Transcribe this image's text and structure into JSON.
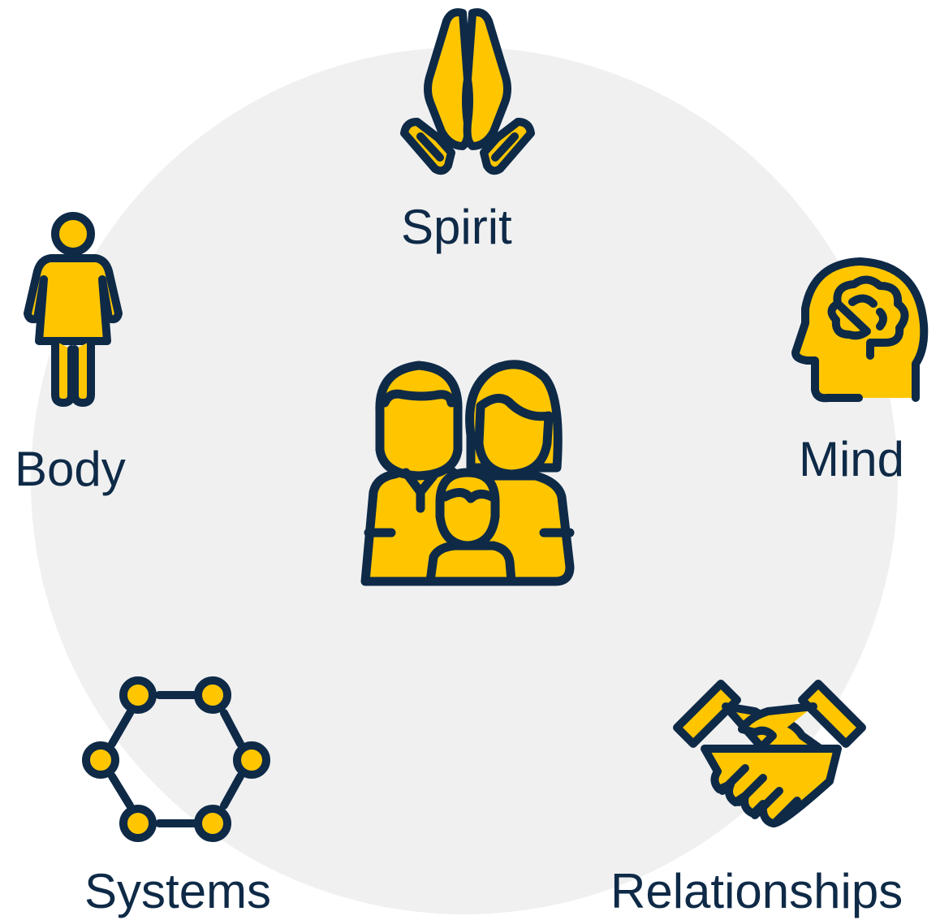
{
  "colors": {
    "accent": "#ffc600",
    "outline": "#0e2a47",
    "background_circle": "#f0f0f1"
  },
  "center": {
    "icon": "family-icon"
  },
  "nodes": [
    {
      "id": "spirit",
      "label": "Spirit",
      "icon": "praying-hands-icon"
    },
    {
      "id": "mind",
      "label": "Mind",
      "icon": "head-brain-icon"
    },
    {
      "id": "relationships",
      "label": "Relationships",
      "icon": "handshake-icon"
    },
    {
      "id": "systems",
      "label": "Systems",
      "icon": "network-hexagon-icon"
    },
    {
      "id": "body",
      "label": "Body",
      "icon": "person-icon"
    }
  ]
}
